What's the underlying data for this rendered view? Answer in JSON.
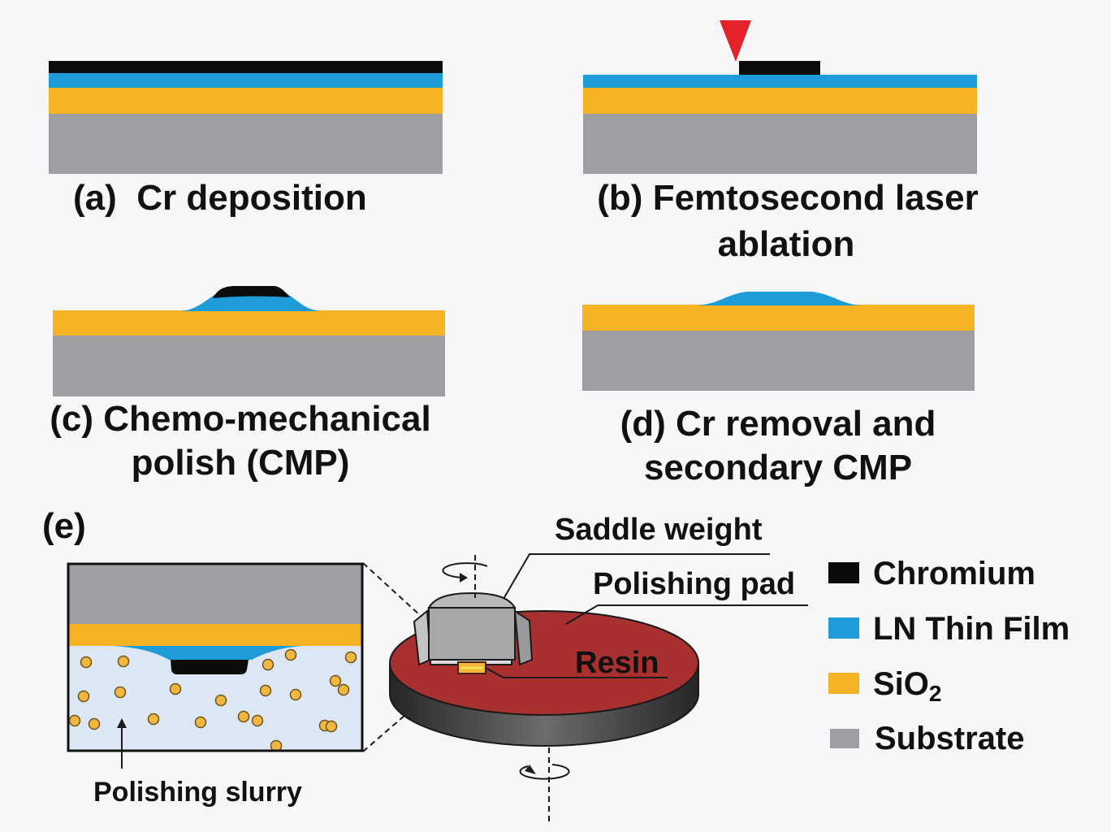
{
  "panels": {
    "a": {
      "label": "(a)  Cr deposition"
    },
    "b": {
      "label_line1": "(b) Femtosecond laser",
      "label_line2": "ablation"
    },
    "c": {
      "label_line1": "(c) Chemo-mechanical",
      "label_line2": "polish (CMP)"
    },
    "d": {
      "label_line1": "(d) Cr removal and",
      "label_line2": "secondary CMP"
    },
    "e": {
      "label": "(e)",
      "callouts": {
        "saddle_weight": "Saddle weight",
        "polishing_pad": "Polishing pad",
        "resin": "Resin",
        "polishing_slurry": "Polishing slurry"
      }
    }
  },
  "legend": {
    "items": [
      {
        "label": "Chromium",
        "color": "#0b0b0b"
      },
      {
        "label": "LN Thin Film",
        "color": "#1e9cd8"
      },
      {
        "label": "SiO",
        "sub": "2",
        "color": "#f5b325"
      },
      {
        "label": "Substrate",
        "color": "#9d9fa4"
      }
    ]
  },
  "colors": {
    "laser": "#e52129",
    "polishing_pad": "#a8302e",
    "slurry": "#dce7f3",
    "slurry_particle": "#f3b63f",
    "background": "#f7f7f9"
  }
}
